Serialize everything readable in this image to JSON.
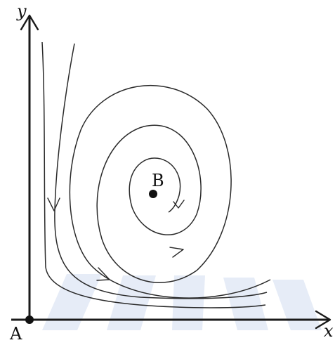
{
  "diagram": {
    "x_axis_label": "x",
    "y_axis_label": "y",
    "points": [
      {
        "id": "A",
        "label": "A"
      },
      {
        "id": "B",
        "label": "B"
      }
    ]
  }
}
